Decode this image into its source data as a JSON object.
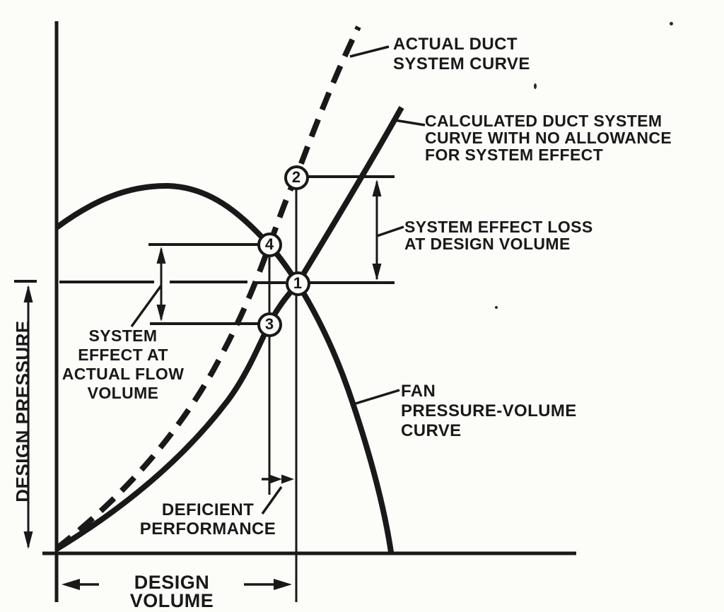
{
  "figure_type": "fan and duct system performance curves diagram",
  "colors": {
    "ink": "#191919",
    "paper": "#fcfcf9"
  },
  "axes": {
    "y_label": "DESIGN PRESSURE",
    "x_label": "DESIGN VOLUME"
  },
  "curve_labels": {
    "actual_duct": "ACTUAL DUCT\nSYSTEM CURVE",
    "calculated_duct": "CALCULATED DUCT SYSTEM\nCURVE WITH NO ALLOWANCE\nFOR SYSTEM EFFECT",
    "fan": "FAN\nPRESSURE-VOLUME\nCURVE"
  },
  "annotations": {
    "system_effect_loss": "SYSTEM EFFECT LOSS\nAT DESIGN VOLUME",
    "system_effect_actual_flow": "SYSTEM\nEFFECT AT\nACTUAL FLOW\nVOLUME",
    "deficient_performance": "DEFICIENT\nPERFORMANCE"
  },
  "points": [
    {
      "label": "2",
      "on": "actual duct system curve at design volume"
    },
    {
      "label": "4",
      "on": "intersection of actual duct system curve and fan curve (actual operating point)"
    },
    {
      "label": "1",
      "on": "intersection of calculated duct system curve and fan curve at design volume and design pressure"
    },
    {
      "label": "3",
      "on": "calculated duct system curve at actual flow volume"
    }
  ],
  "chart_data": {
    "type": "line",
    "xlabel": "DESIGN VOLUME",
    "ylabel": "DESIGN PRESSURE",
    "quantitative_axes": false,
    "grid": false,
    "series": [
      {
        "name": "FAN PRESSURE-VOLUME CURVE",
        "style": "solid",
        "points_norm": [
          [
            0.0,
            0.61
          ],
          [
            0.21,
            0.69
          ],
          [
            0.41,
            0.58
          ],
          [
            0.46,
            0.51
          ],
          [
            0.56,
            0.3
          ],
          [
            0.64,
            0.0
          ]
        ]
      },
      {
        "name": "ACTUAL DUCT SYSTEM CURVE",
        "style": "dashed",
        "points_norm": [
          [
            0.0,
            0.01
          ],
          [
            0.3,
            0.34
          ],
          [
            0.41,
            0.58
          ],
          [
            0.46,
            0.71
          ],
          [
            0.58,
            0.99
          ]
        ]
      },
      {
        "name": "CALCULATED DUCT SYSTEM CURVE WITH NO ALLOWANCE FOR SYSTEM EFFECT",
        "style": "solid",
        "points_norm": [
          [
            0.0,
            0.01
          ],
          [
            0.33,
            0.29
          ],
          [
            0.41,
            0.43
          ],
          [
            0.46,
            0.51
          ],
          [
            0.59,
            0.71
          ],
          [
            0.66,
            0.84
          ]
        ]
      }
    ]
  }
}
